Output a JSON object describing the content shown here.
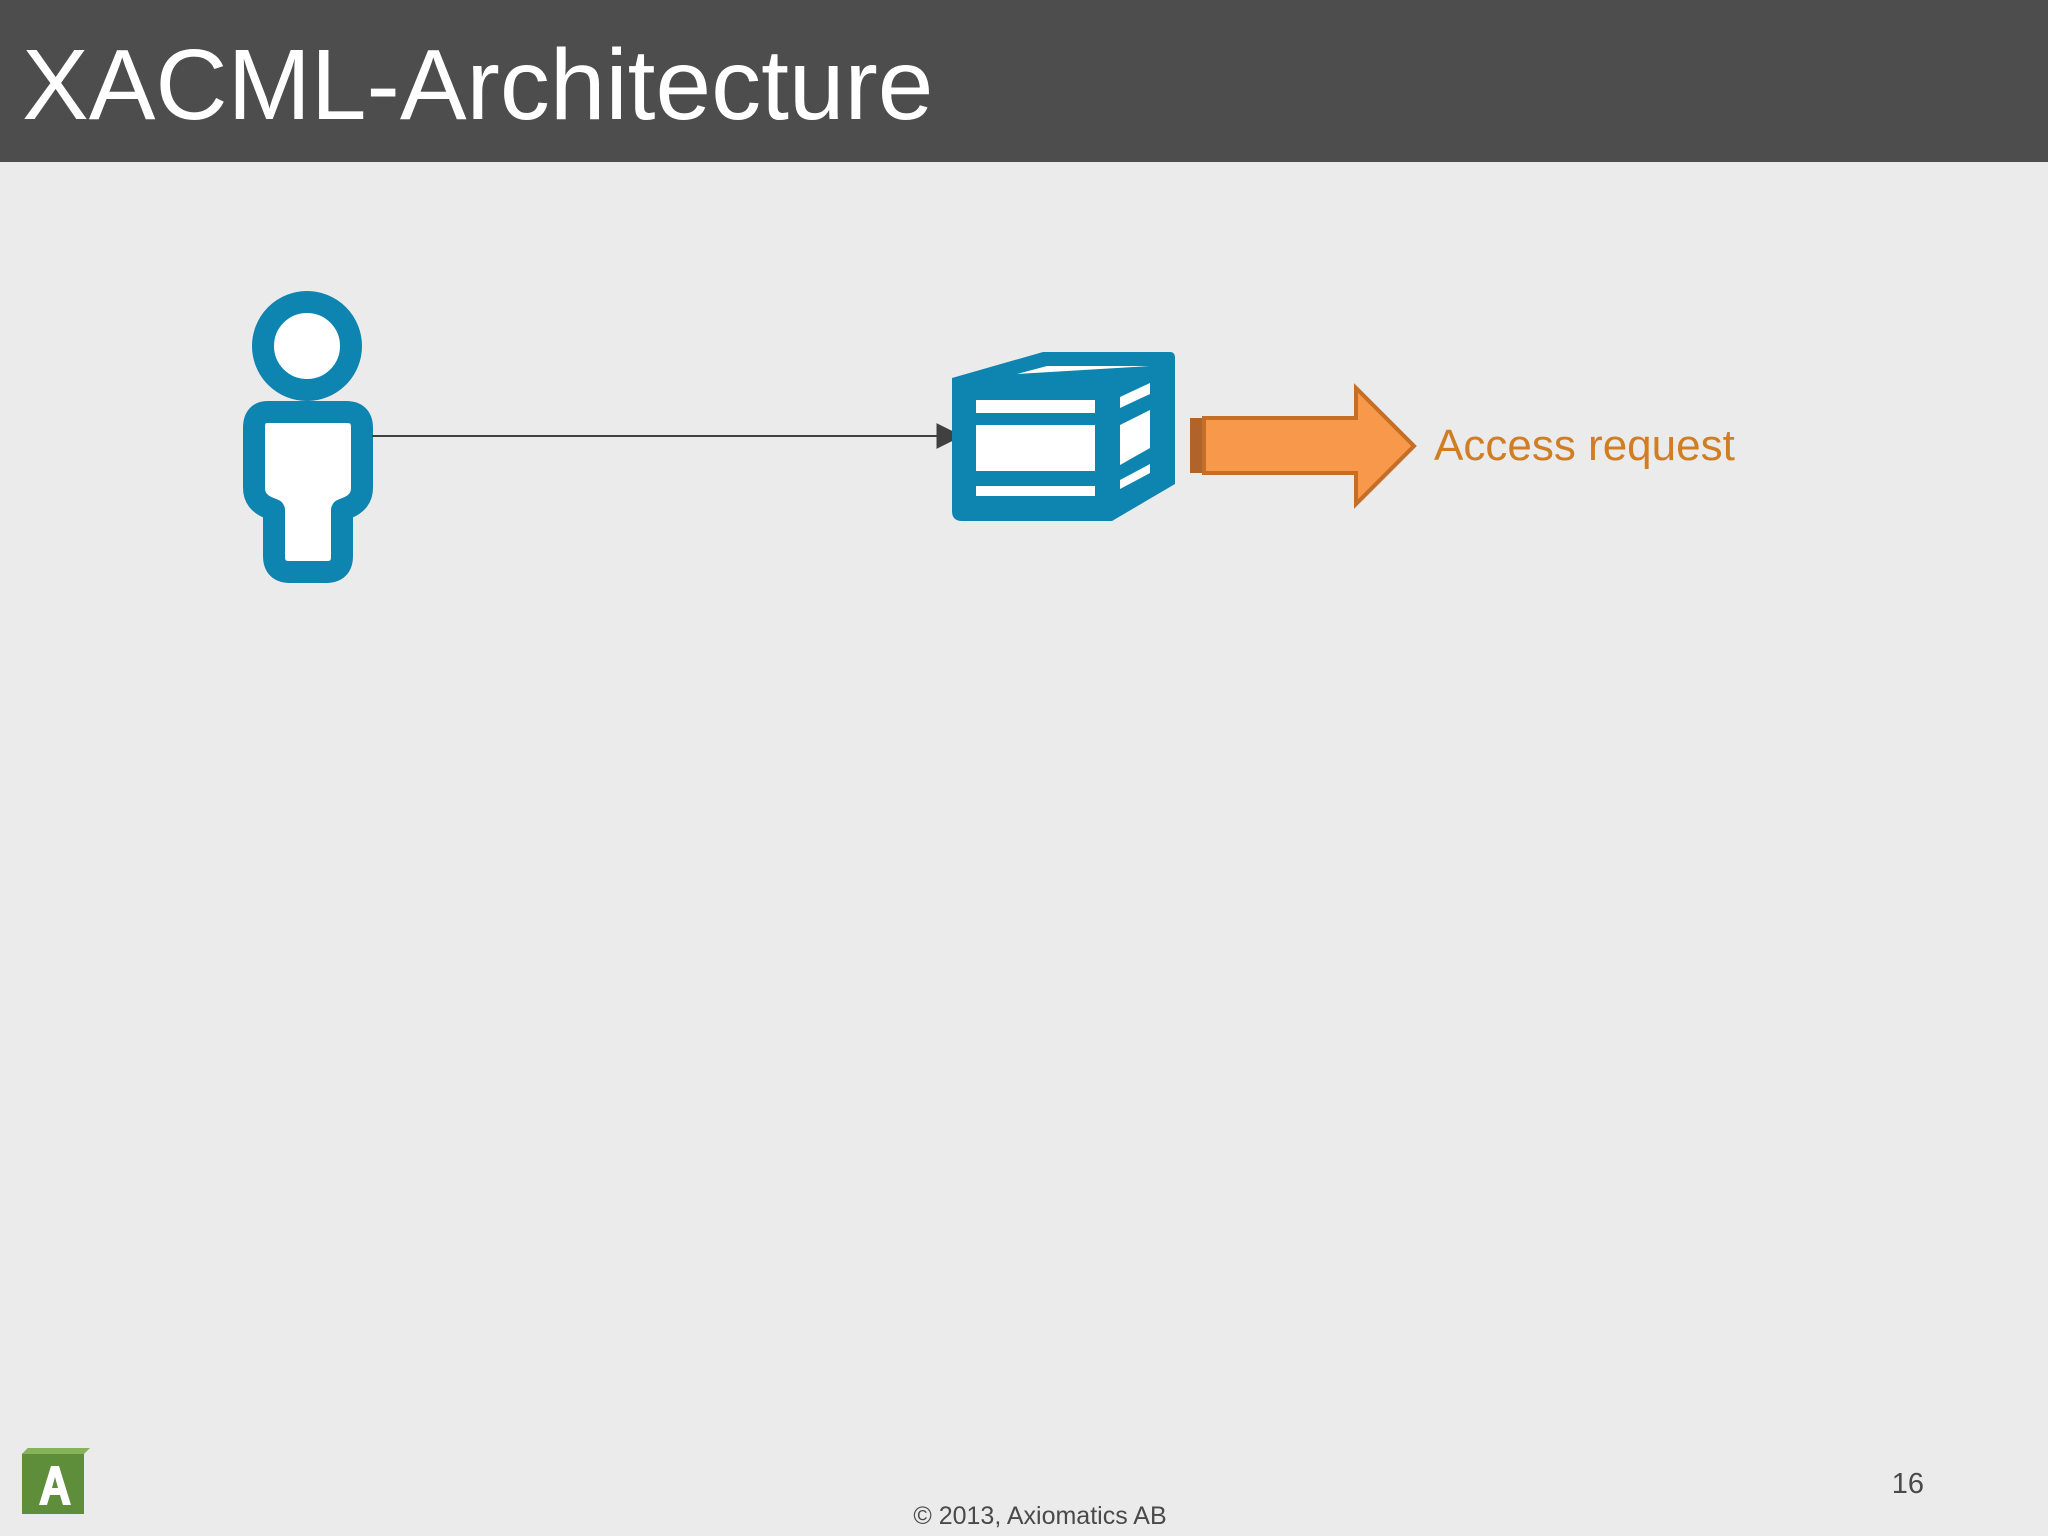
{
  "slide": {
    "title": "XACML-Architecture",
    "page_number": "16",
    "footer": "© 2013, Axiomatics AB"
  },
  "diagram": {
    "nodes": [
      {
        "id": "user",
        "icon": "user-icon"
      },
      {
        "id": "server",
        "icon": "server-box-icon"
      }
    ],
    "edges": [
      {
        "from": "user",
        "to": "server",
        "style": "thin-arrow"
      }
    ],
    "callout": {
      "label": "Access request",
      "icon": "block-arrow-right-icon"
    }
  },
  "colors": {
    "title_bar": "#4D4D4D",
    "background": "#ECEBEC",
    "icon_blue": "#0E84B0",
    "arrow_orange": "#F7984B",
    "arrow_outline": "#C46E26",
    "label_orange": "#D07E24",
    "logo_green": "#5E8E3A"
  }
}
